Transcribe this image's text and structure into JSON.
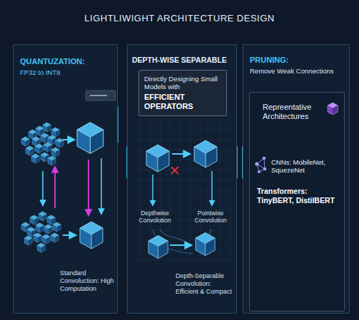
{
  "diagram": {
    "title": "LIGHTLIWIGHT ARCHITECTURE DESIGN",
    "nodes": [
      {
        "text": [
          "QUANTUZATION:",
          "FP32 to INT8"
        ]
      },
      {
        "text": [
          "DEPTH-WISE SEPARABLE"
        ]
      },
      {
        "text": [
          "Directly Designing Small Models with",
          "EFFICIENT OPERATORS"
        ],
        "in": 1
      },
      {
        "text": [
          "PRUNING:",
          "Remove Weak Connections"
        ]
      },
      {
        "text": [
          "Repreentative Architectures",
          "CNNs: MobileNet, SquezeNet",
          "Transformers: TinyBERT, DistilBERT"
        ],
        "in": 3
      }
    ],
    "labels": [
      "Standard Convoluction: High Computation",
      "Depthwise Convolution",
      "Pointwise Convolution",
      "Depth-Separable Convolution: Efficient & Compact"
    ]
  }
}
